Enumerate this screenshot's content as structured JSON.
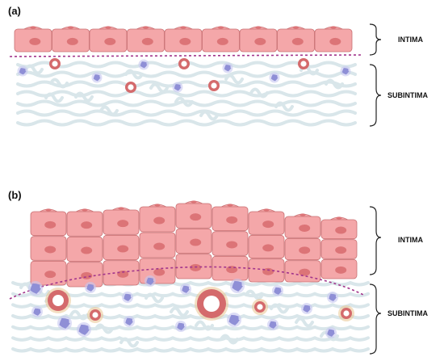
{
  "panels": [
    {
      "label": "(a)",
      "layers": [
        {
          "label": "INTIMA"
        },
        {
          "label": "SUBINTIMA"
        }
      ]
    },
    {
      "label": "(b)",
      "layers": [
        {
          "label": "INTIMA"
        },
        {
          "label": "SUBINTIMA"
        }
      ]
    }
  ],
  "colors": {
    "cell_fill": "#f4a7a9",
    "cell_stroke": "#c97073",
    "nucleus": "#dc7477",
    "basement_membrane": "#a2358c",
    "fiber": "#d9e6ea",
    "leukocyte": "#8f8fd6",
    "vessel_outer": "#d46a6c",
    "vessel_inner": "#ffffff",
    "brace": "#222222"
  },
  "icons": [
    "cell-layer",
    "vessel-icon",
    "leukocyte-icon",
    "fibers"
  ]
}
